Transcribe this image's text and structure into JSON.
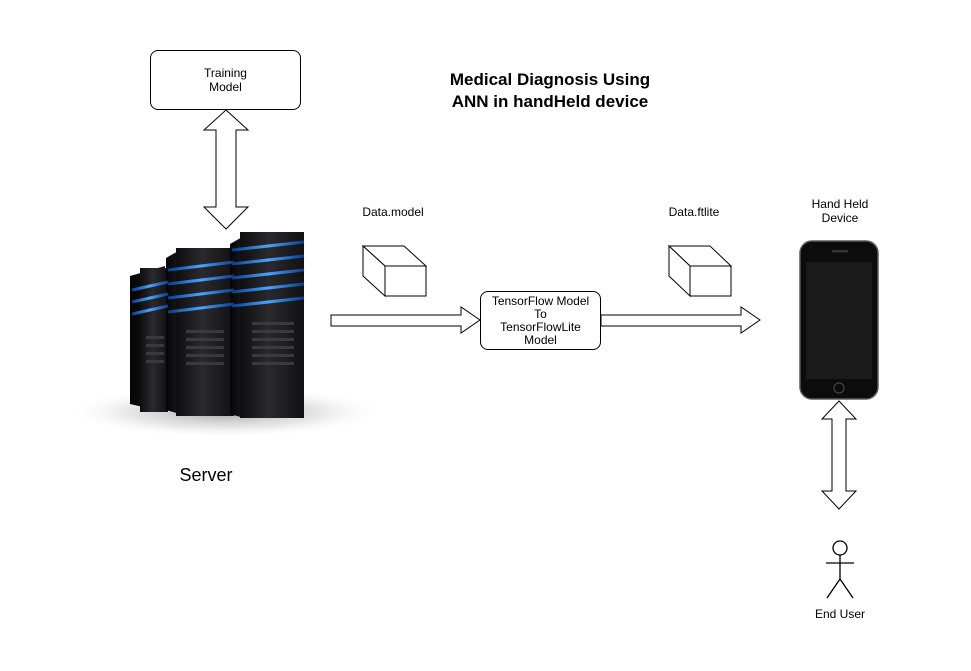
{
  "title": {
    "line1": "Medical Diagnosis Using",
    "line2": "ANN in handHeld device"
  },
  "training_box": {
    "line1": "Training",
    "line2": "Model"
  },
  "convert_box": {
    "line1": "TensorFlow Model",
    "line2": "To",
    "line3": "TensorFlowLite",
    "line4": "Model"
  },
  "labels": {
    "data_model": "Data.model",
    "data_tflite": "Data.ftlite",
    "device_line1": "Hand Held",
    "device_line2": "Device",
    "server": "Server",
    "end_user": "End User"
  },
  "colors": {
    "server_glow": "#2f8fff",
    "server_body": "#1c1c1e",
    "phone_body": "#0c0c0c",
    "stroke": "#000000"
  },
  "icons": {
    "server": "server-rack-icon",
    "phone": "smartphone-icon",
    "cube1": "cube-icon",
    "cube2": "cube-icon",
    "user": "stick-figure-user-icon"
  }
}
